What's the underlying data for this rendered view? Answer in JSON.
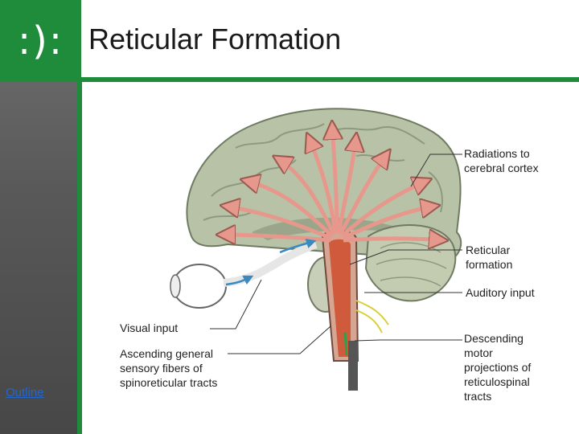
{
  "logo": {
    "glyphs": ":):"
  },
  "slide": {
    "title": "Reticular Formation"
  },
  "sidebar": {
    "outline_link": "Outline"
  },
  "figure": {
    "labels": {
      "radiations": [
        "Radiations to",
        "cerebral cortex"
      ],
      "reticular": [
        "Reticular",
        "formation"
      ],
      "auditory": [
        "Auditory input"
      ],
      "visual": [
        "Visual input"
      ],
      "ascending": [
        "Ascending general",
        "sensory fibers of",
        "spinoreticular tracts"
      ],
      "descending": [
        "Descending",
        "motor",
        "projections of",
        "reticulospinal",
        "tracts"
      ]
    }
  },
  "colors": {
    "brand_green": "#1f8c3b",
    "sidebar_gray": "#595959",
    "link_blue": "#2266cc",
    "arrow_salmon": "#e7988c",
    "brain_green": "#b8c2a6"
  }
}
